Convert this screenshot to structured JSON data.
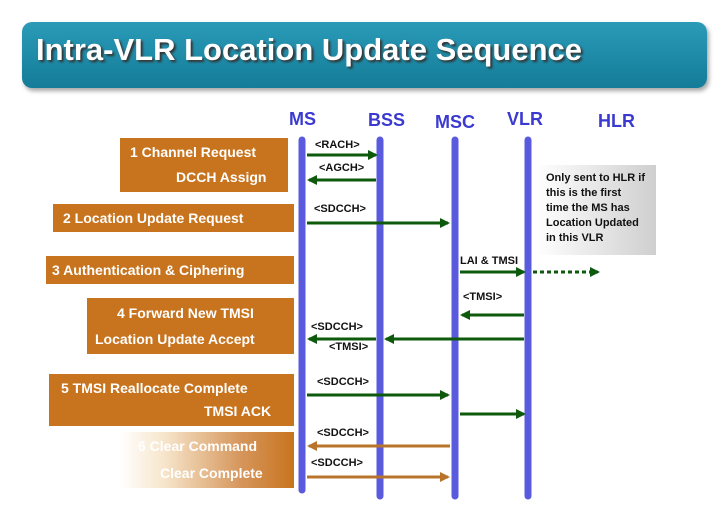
{
  "title": "Intra-VLR Location Update  Sequence",
  "entities": [
    "MS",
    "BSS",
    "MSC",
    "VLR",
    "HLR"
  ],
  "steps": [
    {
      "line1": "1  Channel Request",
      "line2": "DCCH Assign"
    },
    {
      "line1": "2  Location Update Request"
    },
    {
      "line1": "3  Authentication & Ciphering"
    },
    {
      "line1": "4  Forward New TMSI",
      "line2": "Location Update Accept"
    },
    {
      "line1": "5  TMSI Reallocate Complete",
      "line2": "TMSI ACK"
    },
    {
      "line1": "6  Clear Command",
      "line2": "Clear Complete"
    }
  ],
  "messages": {
    "rach": "<RACH>",
    "agch": "<AGCH>",
    "sdcch_1": "<SDCCH>",
    "lai_tmsi": "LAI & TMSI",
    "tmsi_1": "<TMSI>",
    "sdcch_2": "<SDCCH>",
    "tmsi_2": "<TMSI>",
    "sdcch_3": "<SDCCH>",
    "sdcch_4": "<SDCCH>",
    "sdcch_5": "<SDCCH>"
  },
  "note": {
    "lines": [
      "Only sent to HLR if",
      "this is the first",
      "time the MS has",
      "Location Updated",
      "in this VLR"
    ]
  },
  "colors": {
    "banner": "#1f8fad",
    "lifeline": "#5a5adf",
    "arrow_green": "#0d5a0d",
    "arrow_orange": "#b8742a",
    "step_box": "#c8741e"
  }
}
